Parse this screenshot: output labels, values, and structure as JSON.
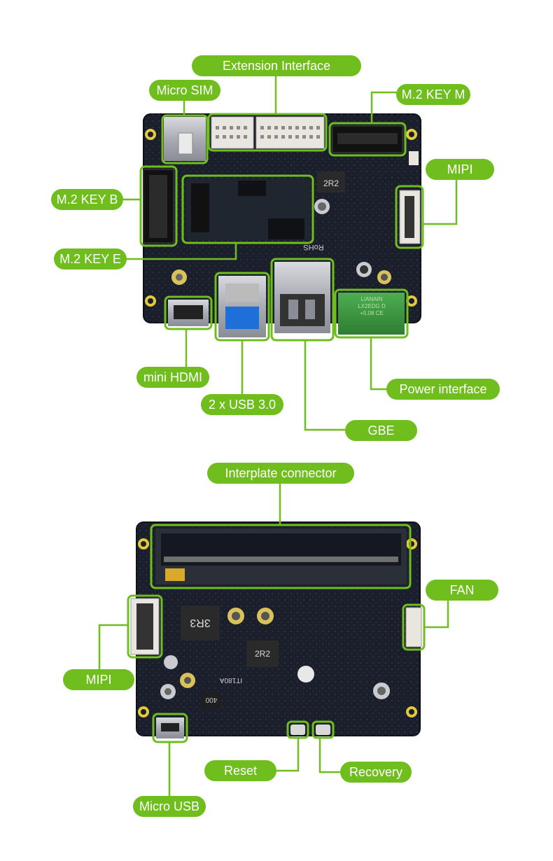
{
  "colors": {
    "accent": "#6fbe1e",
    "board": "#1a1f2b",
    "board_edge": "#0d1118",
    "background": "#ffffff"
  },
  "top_board": {
    "labels": {
      "extension_interface": "Extension Interface",
      "micro_sim": "Micro SIM",
      "m2_key_m": "M.2 KEY M",
      "mipi": "MIPI",
      "m2_key_b": "M.2 KEY B",
      "m2_key_e": "M.2 KEY E",
      "mini_hdmi": "mini HDMI",
      "usb_30": "2 x USB 3.0",
      "power_interface": "Power interface",
      "gbe": "GBE"
    },
    "silkscreen": {
      "inductor": "2R2",
      "rohs": "RoHS",
      "power_block": [
        "LIANAIN",
        "LX2EDG D",
        "+5.08 CE"
      ]
    }
  },
  "bottom_board": {
    "labels": {
      "interplate_connector": "Interplate connector",
      "fan": "FAN",
      "mipi": "MIPI",
      "reset": "Reset",
      "recovery": "Recovery",
      "micro_usb": "Micro USB"
    },
    "silkscreen": {
      "inductor_large": "3R3",
      "inductor_small": "2R2",
      "chip": "IT180A",
      "chip2": "400"
    }
  }
}
